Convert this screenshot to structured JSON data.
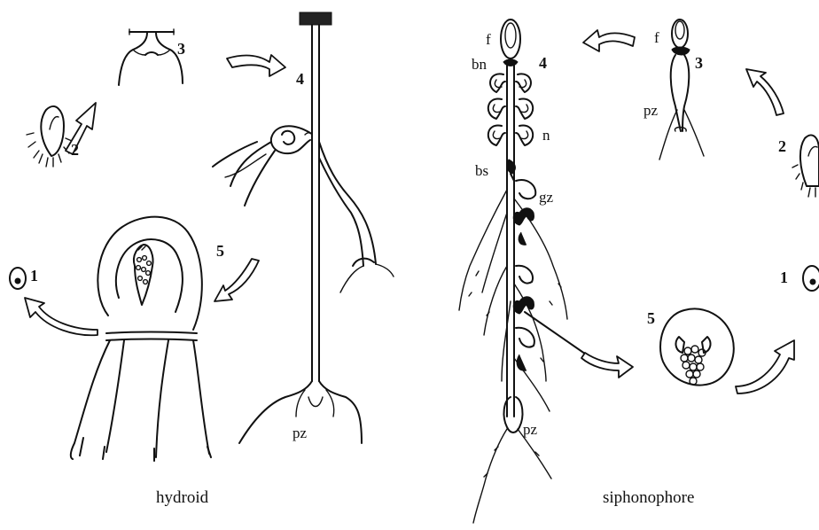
{
  "hydroid": {
    "caption": "hydroid",
    "stages": {
      "s1": "1",
      "s2": "2",
      "s3": "3",
      "s4": "4",
      "s5": "5"
    },
    "labels": {
      "pz": "pz"
    }
  },
  "siphonophore": {
    "caption": "siphonophore",
    "stages": {
      "s1": "1",
      "s2": "2",
      "s3": "3",
      "s4": "4",
      "s5": "5"
    },
    "labels": {
      "f_main": "f",
      "bn": "bn",
      "n": "n",
      "bs": "bs",
      "gz": "gz",
      "pz_main": "pz",
      "f_small": "f",
      "pz_small": "pz"
    }
  },
  "colors": {
    "ink": "#111111",
    "paper": "#ffffff"
  }
}
